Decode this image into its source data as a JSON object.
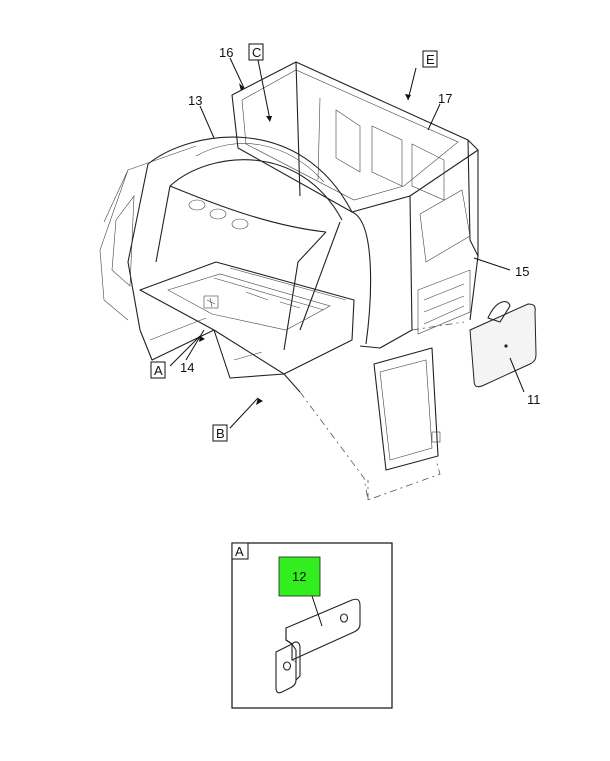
{
  "callouts": {
    "c16": "16",
    "cC": "C",
    "cE": "E",
    "c17": "17",
    "c13": "13",
    "c15": "15",
    "cA": "A",
    "c14": "14",
    "c11": "11",
    "cB": "B"
  },
  "detail": {
    "label": "A",
    "part": "12"
  },
  "colors": {
    "highlight": "#33ee1e",
    "line": "#222222"
  }
}
